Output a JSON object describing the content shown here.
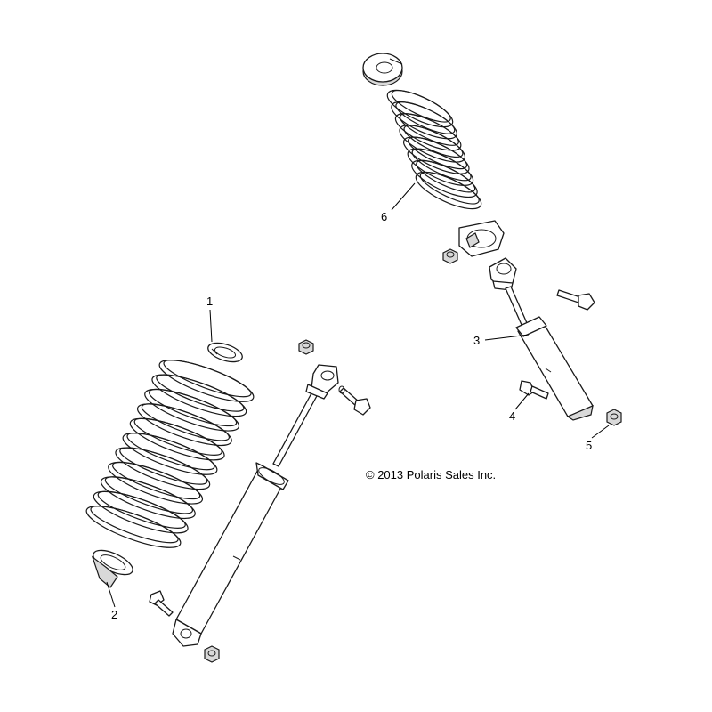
{
  "callouts": {
    "c1": "1",
    "c2": "2",
    "c3": "3",
    "c4": "4",
    "c5": "5",
    "c6": "6"
  },
  "copyright": "© 2013 Polaris Sales Inc.",
  "colors": {
    "line": "#1a1a1a",
    "shade": "#d9d9d9",
    "background": "#ffffff"
  }
}
